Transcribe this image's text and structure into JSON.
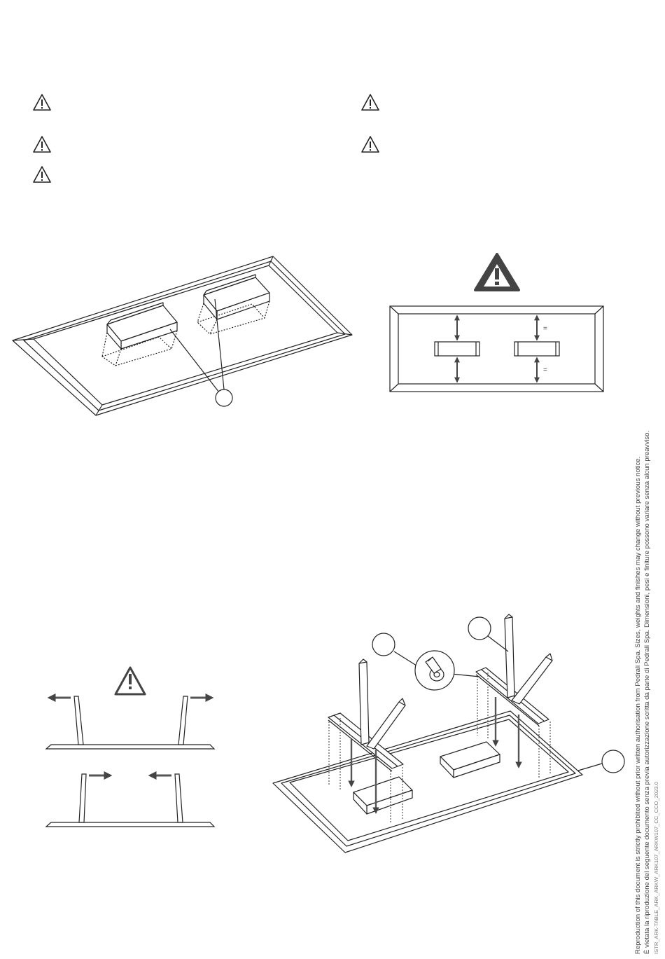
{
  "diagram": {
    "equal_marks": [
      "=",
      "="
    ]
  },
  "footer": {
    "line1": "Reproduction of this document is strictly prohibited without prior written authorisation from Pedrali Spa. Sizes, weights and finishes may change without previous notice.",
    "line2": "È vietata la riproduzione del seguente documento senza previa autorizzazione scritta da parte di Pedrali Spa. Dimensioni, pesi e finiture possono variare senza alcun preavviso.",
    "line3": "ISTR_ARK-TABLE_ARK_ARKW_ARK107_ARKW107_CC_CCO_2023.0"
  },
  "colors": {
    "line": "#222222",
    "arrow": "#555555",
    "warning_fill": "#444444"
  }
}
